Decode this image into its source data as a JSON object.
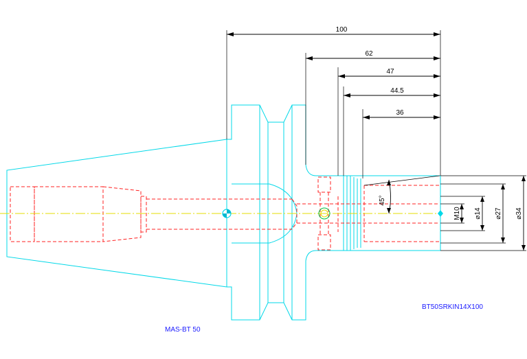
{
  "drawing": {
    "labels": {
      "left_label": "MAS-BT 50",
      "right_label": "BT50SRKIN14X100"
    },
    "dimensions": {
      "length_100": "100",
      "length_62": "62",
      "length_47": "47",
      "length_44_5": "44.5",
      "length_36": "36",
      "angle": "45°",
      "dia_m10": "M10",
      "dia_14": "⌀14",
      "dia_27": "⌀27",
      "dia_34": "⌀34"
    },
    "colors": {
      "outline": "#00d8e8",
      "hidden": "#ff2020",
      "centerline": "#e6dd00",
      "dimension": "#000000",
      "label": "#1a1aff"
    }
  }
}
